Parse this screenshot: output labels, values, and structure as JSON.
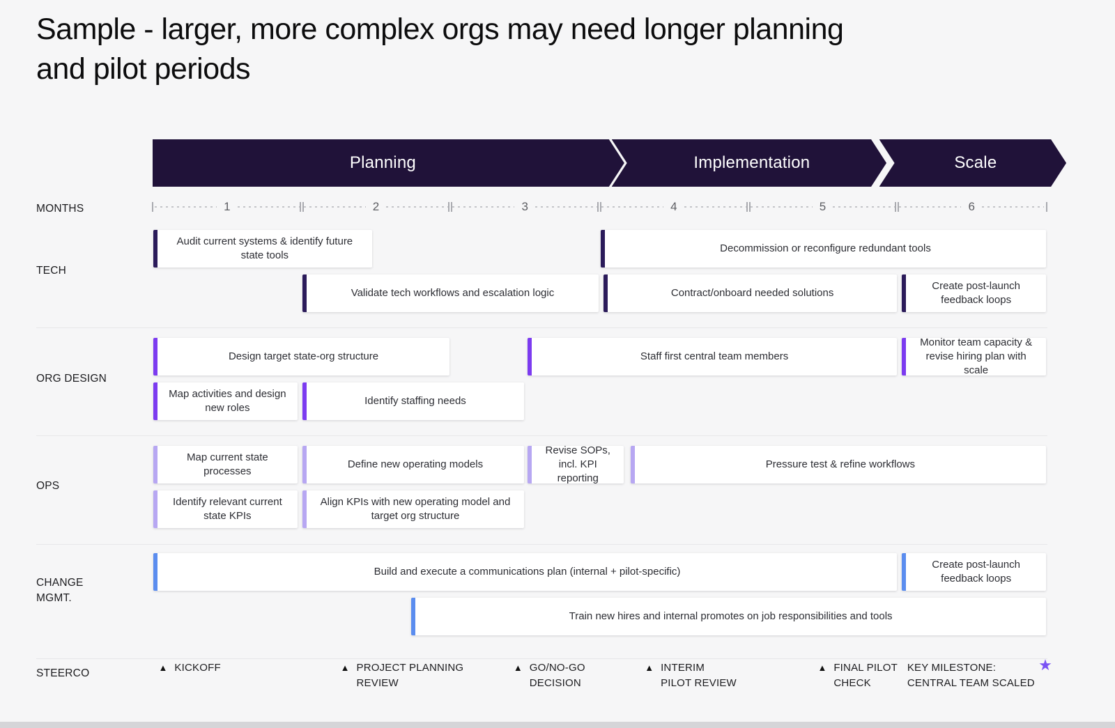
{
  "title": "Sample - larger, more complex orgs may need longer planning and pilot periods",
  "colors": {
    "phase_bg": "#201239",
    "phase_text": "#ffffff",
    "tech_accent": "#2b1b5a",
    "org_accent": "#7c3bf0",
    "ops_accent": "#b7a7f2",
    "change_accent": "#5b8def",
    "triangle": "#111111",
    "star": "#7a52f4"
  },
  "months_label": "MONTHS",
  "months": [
    "1",
    "2",
    "3",
    "4",
    "5",
    "6"
  ],
  "phases": [
    {
      "label": "Planning",
      "start_pct": 0,
      "width_pct": 51
    },
    {
      "label": "Implementation",
      "start_pct": 51.3,
      "width_pct": 29
    },
    {
      "label": "Scale",
      "start_pct": 81.2,
      "width_pct": 19.2
    }
  ],
  "lanes": [
    {
      "label": "TECH",
      "accent": "#2b1b5a",
      "rows": [
        [
          {
            "text": "Audit current systems & identify future state tools",
            "start": 0,
            "end": 1.48
          },
          {
            "text": "Decommission or reconfigure redundant tools",
            "start": 3.0,
            "end": 6.0
          }
        ],
        [
          {
            "text": "Validate tech workflows and escalation logic",
            "start": 1.0,
            "end": 3.0
          },
          {
            "text": "Contract/onboard needed solutions",
            "start": 3.02,
            "end": 5.0
          },
          {
            "text": "Create post-launch feedback loops",
            "start": 5.02,
            "end": 6.0
          }
        ]
      ]
    },
    {
      "label": "ORG DESIGN",
      "accent": "#7c3bf0",
      "rows": [
        [
          {
            "text": "Design target state-org structure",
            "start": 0,
            "end": 2.0
          },
          {
            "text": "Staff first central team members",
            "start": 2.51,
            "end": 5.0
          },
          {
            "text": "Monitor team capacity & revise hiring plan with scale",
            "start": 5.02,
            "end": 6.0
          }
        ],
        [
          {
            "text": "Map activities and design new roles",
            "start": 0,
            "end": 0.98
          },
          {
            "text": "Identify staffing needs",
            "start": 1.0,
            "end": 2.5
          }
        ]
      ]
    },
    {
      "label": "OPS",
      "accent": "#b7a7f2",
      "rows": [
        [
          {
            "text": "Map current state processes",
            "start": 0,
            "end": 0.98
          },
          {
            "text": "Define new operating models",
            "start": 1.0,
            "end": 2.5
          },
          {
            "text": "Revise SOPs, incl. KPI reporting",
            "start": 2.51,
            "end": 3.17
          },
          {
            "text": "Pressure test  & refine workflows",
            "start": 3.2,
            "end": 6.0
          }
        ],
        [
          {
            "text": "Identify relevant current state KPIs",
            "start": 0,
            "end": 0.98
          },
          {
            "text": "Align KPIs with new operating model and target org structure",
            "start": 1.0,
            "end": 2.5
          }
        ]
      ]
    },
    {
      "label": "CHANGE MGMT.",
      "accent": "#5b8def",
      "rows": [
        [
          {
            "text": "Build and execute a communications plan (internal + pilot-specific)",
            "start": 0,
            "end": 5.0
          },
          {
            "text": "Create post-launch feedback loops",
            "start": 5.02,
            "end": 6.0
          }
        ],
        [
          {
            "text": "Train new hires and internal promotes on job responsibilities and tools",
            "start": 1.73,
            "end": 6.0
          }
        ]
      ]
    }
  ],
  "steerco": {
    "label": "STEERCO",
    "milestones": [
      {
        "icon": "triangle",
        "lines": [
          "KICKOFF"
        ],
        "month": 0.04
      },
      {
        "icon": "triangle",
        "lines": [
          "PROJECT PLANNING",
          "REVIEW"
        ],
        "month": 1.26
      },
      {
        "icon": "triangle",
        "lines": [
          "GO/NO-GO",
          "DECISION"
        ],
        "month": 2.42
      },
      {
        "icon": "triangle",
        "lines": [
          "INTERIM",
          "PILOT REVIEW"
        ],
        "month": 3.3
      },
      {
        "icon": "triangle",
        "lines": [
          "FINAL PILOT",
          "CHECK"
        ],
        "month": 4.46
      },
      {
        "icon": "star",
        "lines": [
          "KEY MILESTONE:",
          "CENTRAL TEAM SCALED"
        ],
        "month": 5.06,
        "star_month": 5.94
      }
    ]
  }
}
